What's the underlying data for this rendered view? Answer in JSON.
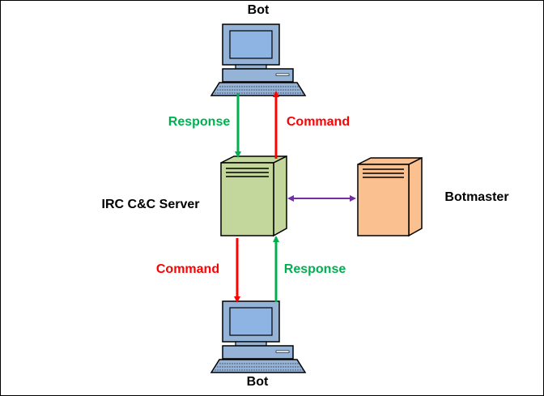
{
  "nodes": {
    "bot_top": {
      "label": "Bot",
      "icon": "computer-icon"
    },
    "bot_bottom": {
      "label": "Bot",
      "icon": "computer-icon"
    },
    "server": {
      "label": "IRC C&C Server",
      "icon": "server-tower-icon"
    },
    "botmaster": {
      "label": "Botmaster",
      "icon": "server-tower-icon"
    }
  },
  "edges": {
    "top_response": {
      "label": "Response",
      "from": "bot_top",
      "to": "server"
    },
    "top_command": {
      "label": "Command",
      "from": "server",
      "to": "bot_top"
    },
    "bottom_command": {
      "label": "Command",
      "from": "server",
      "to": "bot_bottom"
    },
    "bottom_response": {
      "label": "Response",
      "from": "bot_bottom",
      "to": "server"
    },
    "master_link": {
      "label": "",
      "from": "server",
      "to": "botmaster",
      "bidirectional": true
    }
  },
  "colors": {
    "response": "#00b050",
    "command": "#ff0000",
    "master_link": "#7030a0",
    "server_fill": "#c3d69b",
    "botmaster_fill": "#fac090",
    "computer_fill": "#95b3d7",
    "screen_fill": "#8eb4e3"
  }
}
